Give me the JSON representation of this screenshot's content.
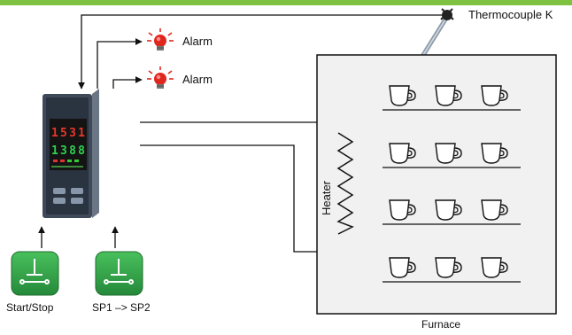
{
  "labels": {
    "thermocouple": "Thermocouple K",
    "alarm_1": "Alarm",
    "alarm_2": "Alarm",
    "heater": "Heater",
    "furnace": "Furnace",
    "start_stop": "Start/Stop",
    "sp_switch": "SP1 –> SP2"
  },
  "controller": {
    "display_top": "1531",
    "display_bottom": "1388"
  },
  "cups": {
    "rows": 4,
    "per_row": 3
  },
  "colors": {
    "top_bar": "#7ec242",
    "furnace_fill": "#f1f1f1",
    "button_green": "#35a94a",
    "alarm_red": "#e0271f",
    "controller_body": "#3e4a5a",
    "display_red": "#e8372b",
    "display_green": "#30d050"
  },
  "icons": {
    "alarm_lamp": "lamp-icon",
    "push_button": "push-button-icon",
    "thermocouple_probe": "probe-icon",
    "cup": "cup-icon"
  }
}
